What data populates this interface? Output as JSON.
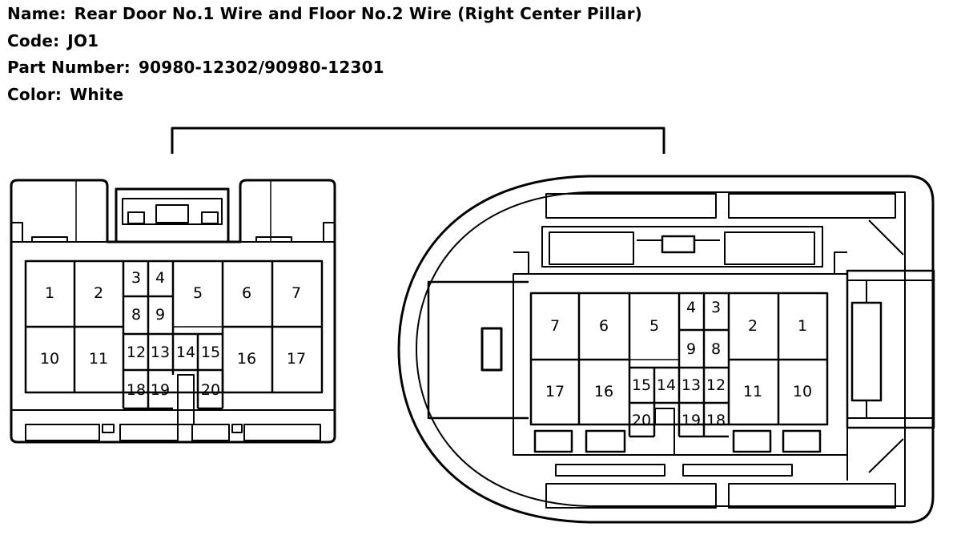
{
  "header": {
    "name_label": "Name:",
    "name_value": "Rear Door No.1 Wire and Floor No.2 Wire (Right Center Pillar)",
    "code_label": "Code:",
    "code_value": "JO1",
    "part_label": "Part Number:",
    "part_value": "90980-12302/90980-12301",
    "color_label": "Color:",
    "color_value": "White"
  },
  "connectors": {
    "left_view": {
      "pins": [
        "1",
        "2",
        "3",
        "4",
        "5",
        "6",
        "7",
        "8",
        "9",
        "10",
        "11",
        "12",
        "13",
        "14",
        "15",
        "16",
        "17",
        "18",
        "19",
        "20"
      ]
    },
    "right_view": {
      "pins": [
        "1",
        "2",
        "3",
        "4",
        "5",
        "6",
        "7",
        "8",
        "9",
        "10",
        "11",
        "12",
        "13",
        "14",
        "15",
        "16",
        "17",
        "18",
        "19",
        "20"
      ]
    }
  },
  "colors": {
    "stroke": "#000000",
    "background": "#ffffff"
  }
}
